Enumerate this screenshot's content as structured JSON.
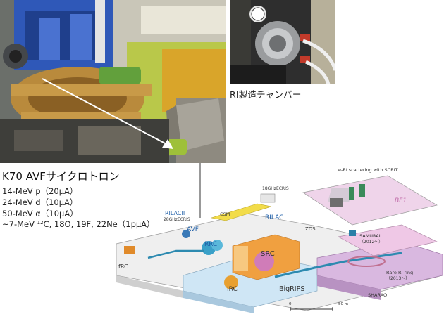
{
  "captions": {
    "ri_chamber": "RI製造チャンバー",
    "avf_title": "K70 AVFサイクロトロン"
  },
  "specs": [
    {
      "text": "14-MeV p（20μA）"
    },
    {
      "text": "24-MeV d（10μA）"
    },
    {
      "text": "50-MeV α（10μA）"
    },
    {
      "prefix": "~7-MeV ",
      "sup": "12",
      "suffix": "C, 18O, 19F, 22Ne（1pμA）"
    }
  ],
  "map_labels": {
    "scrit": "e-RI scattering with SCRIT",
    "ecris18": "18GHzECRIS",
    "rilac2": "RILACII",
    "ecris28": "28GHzECRIS",
    "csm": "CSM",
    "rilac": "RILAC",
    "avf": "AVF",
    "rrc": "RRC",
    "src": "SRC",
    "frc": "fRC",
    "irc": "IRC",
    "bigrips": "BigRIPS",
    "zds": "ZDS",
    "samurai": "SAMURAI",
    "samurai_year": "（2012～）",
    "rare_ri_ring": "Rare RI ring",
    "rare_ri_year": "（2013～）",
    "sharaq": "SHARAQ",
    "bf1": "BF1",
    "scale_0": "0",
    "scale_50": "50 m"
  },
  "colors": {
    "accelerator_label": "#1f5fa8",
    "src_orange": "#f0a040",
    "floor_gray": "#e8e8e8",
    "floor_blue": "#cfe6f5",
    "floor_purple": "#d9b8e0",
    "floor_pink": "#efc8e6"
  }
}
